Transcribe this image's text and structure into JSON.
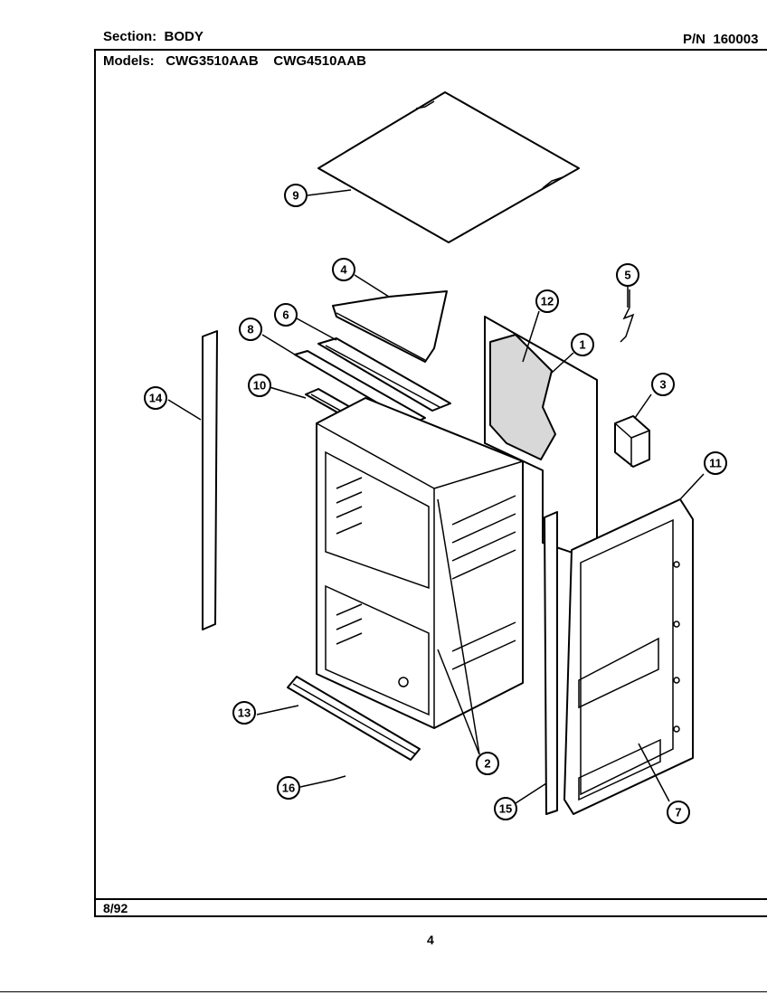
{
  "header": {
    "section_label": "Section:",
    "section_value": "BODY",
    "pn_label": "P/N",
    "pn_value": "160003",
    "models_label": "Models:",
    "model_1": "CWG3510AAB",
    "model_2": "CWG4510AAB"
  },
  "footer": {
    "date": "8/92",
    "page_number": "4"
  },
  "callouts": [
    "1",
    "2",
    "3",
    "4",
    "5",
    "6",
    "7",
    "8",
    "9",
    "10",
    "11",
    "12",
    "13",
    "14",
    "15",
    "16"
  ]
}
